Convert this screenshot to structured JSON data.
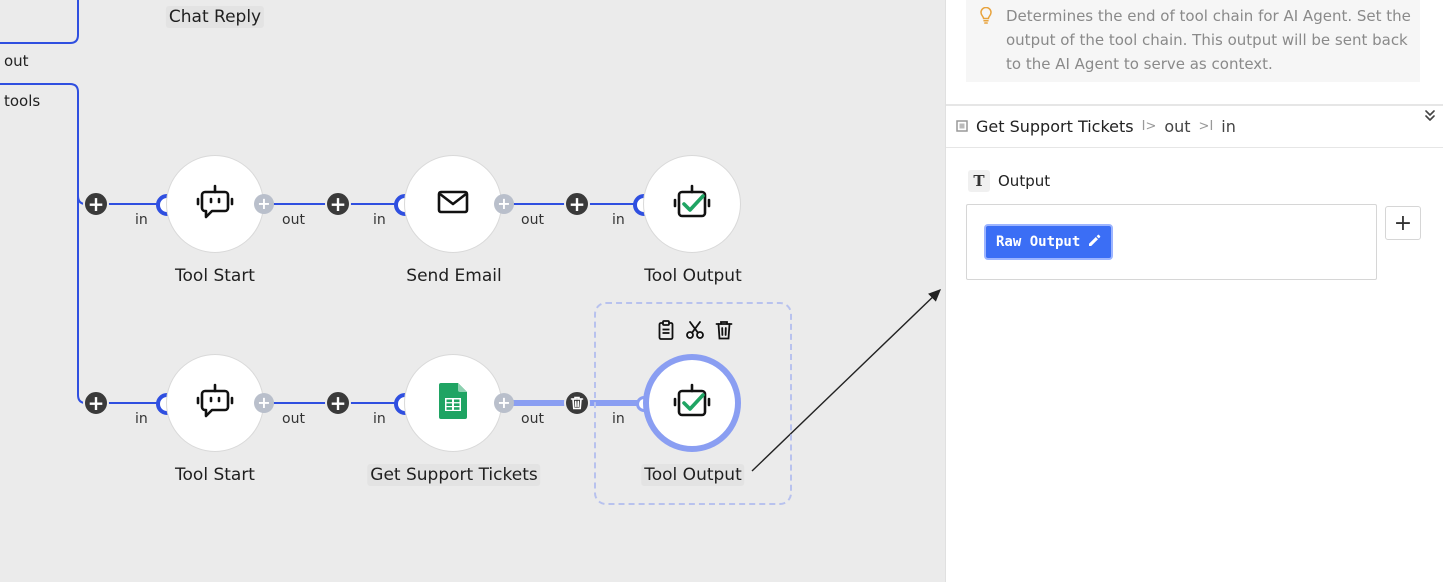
{
  "canvas": {
    "top_node_label": "Chat Reply",
    "side_labels": {
      "out": "out",
      "tools": "tools"
    },
    "rows": [
      {
        "nodes": [
          {
            "label": "Tool Start",
            "icon": "bot-chat-icon"
          },
          {
            "label": "Send Email",
            "icon": "mail-icon"
          },
          {
            "label": "Tool Output",
            "icon": "bot-check-icon"
          }
        ]
      },
      {
        "nodes": [
          {
            "label": "Tool Start",
            "icon": "bot-chat-icon"
          },
          {
            "label": "Get Support Tickets",
            "icon": "sheets-icon"
          },
          {
            "label": "Tool Output",
            "icon": "bot-check-icon",
            "selected": true
          }
        ]
      }
    ],
    "port_labels": {
      "in": "in",
      "out": "out"
    },
    "toolbar_icons": [
      "clipboard-icon",
      "scissors-icon",
      "trash-icon"
    ]
  },
  "panel": {
    "description": "Determines the end of tool chain for AI Agent. Set the output of the tool chain. This output will be sent back to the AI Agent to serve as context.",
    "path": {
      "node": "Get Support Tickets",
      "out": "out",
      "in": "in"
    },
    "field": {
      "title": "Output",
      "chip_label": "Raw Output"
    }
  },
  "colors": {
    "accent": "#3b6ef5",
    "edge": "#2f4fe0",
    "selected_edge": "#8a9ef2",
    "canvas_bg": "#ebebeb",
    "sheets_green": "#1fa463"
  }
}
